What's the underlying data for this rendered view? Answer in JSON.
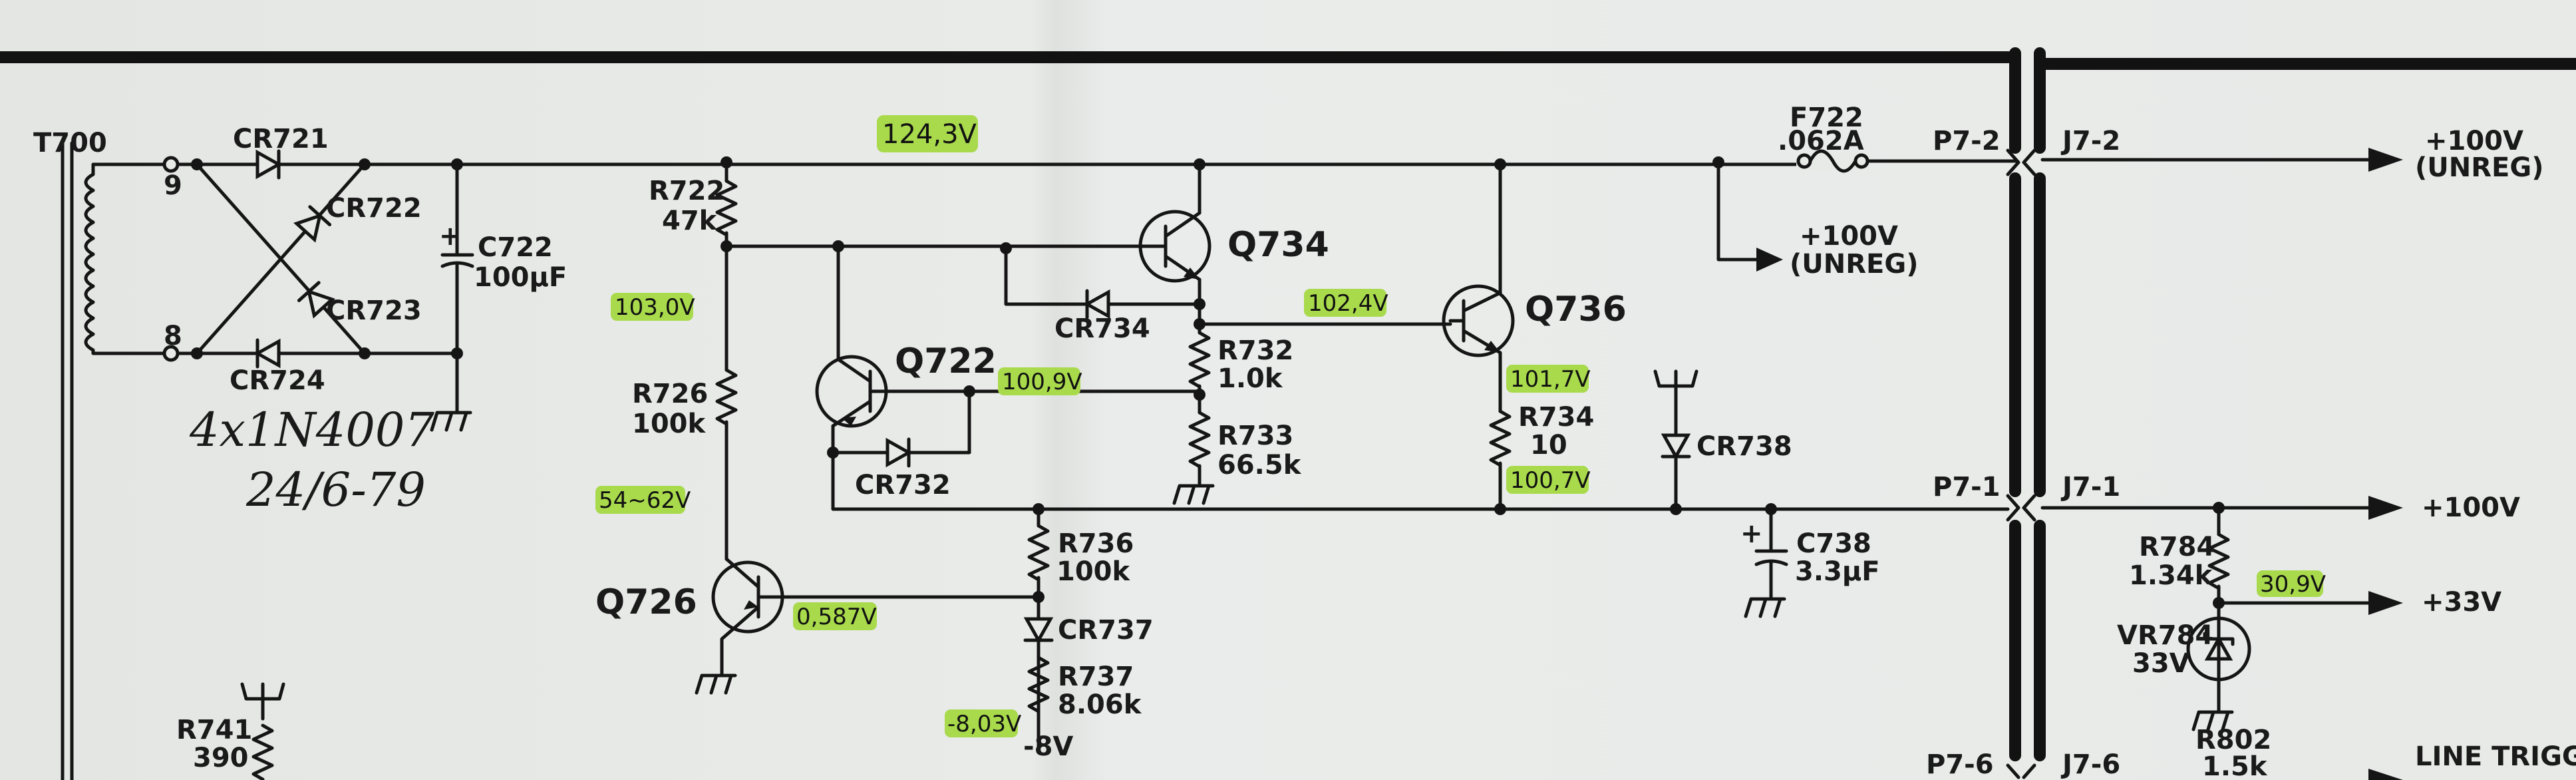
{
  "components": {
    "t700": "T700",
    "pin9": "9",
    "pin8": "8",
    "cr721": "CR721",
    "cr722": "CR722",
    "cr723": "CR723",
    "cr724": "CR724",
    "c722": "C722",
    "c722_val": "100µF",
    "r722": "R722",
    "r722_val": "47k",
    "r726": "R726",
    "r726_val": "100k",
    "q734": "Q734",
    "q722": "Q722",
    "q736": "Q736",
    "q726": "Q726",
    "cr734": "CR734",
    "cr732": "CR732",
    "r732": "R732",
    "r732_val": "1.0k",
    "r733": "R733",
    "r733_val": "66.5k",
    "r734": "R734",
    "r734_val": "10",
    "r736": "R736",
    "r736_val": "100k",
    "cr737": "CR737",
    "r737": "R737",
    "r737_val": "8.06k",
    "neg8v": "-8V",
    "cr738": "CR738",
    "c738": "C738",
    "c738_val": "3.3µF",
    "f722": "F722",
    "f722_val": ".062A",
    "p7_2": "P7-2",
    "j7_2": "J7-2",
    "p7_1": "P7-1",
    "j7_1": "J7-1",
    "p7_6": "P7-6",
    "j7_6": "J7-6",
    "out_100v_unreg": "+100V",
    "out_100v_unreg_sub": "(UNREG)",
    "branch_100v_unreg": "+100V",
    "branch_100v_unreg_sub": "(UNREG)",
    "out_100v": "+100V",
    "r784": "R784",
    "r784_val": "1.34k",
    "out_33v": "+33V",
    "vr784": "VR784",
    "vr784_val": "33V",
    "r802": "R802",
    "r802_val": "1.5k",
    "line_trigger": "LINE TRIGGE",
    "r741": "R741",
    "r741_val": "390"
  },
  "handwritten": {
    "diodes": "4x1N4007",
    "date": "24/6-79"
  },
  "measurements": {
    "v1": "124,3V",
    "v2": "103,0V",
    "v3": "54~62V",
    "v4": "0,587V",
    "v5": "-8,03V",
    "v6": "100,9V",
    "v7": "102,4V",
    "v8": "101,7V",
    "v9": "100,7V",
    "v10": "30,9V"
  },
  "colors": {
    "highlight": "#a8da4c",
    "ink": "#151515",
    "paper": "#e8eae8"
  }
}
